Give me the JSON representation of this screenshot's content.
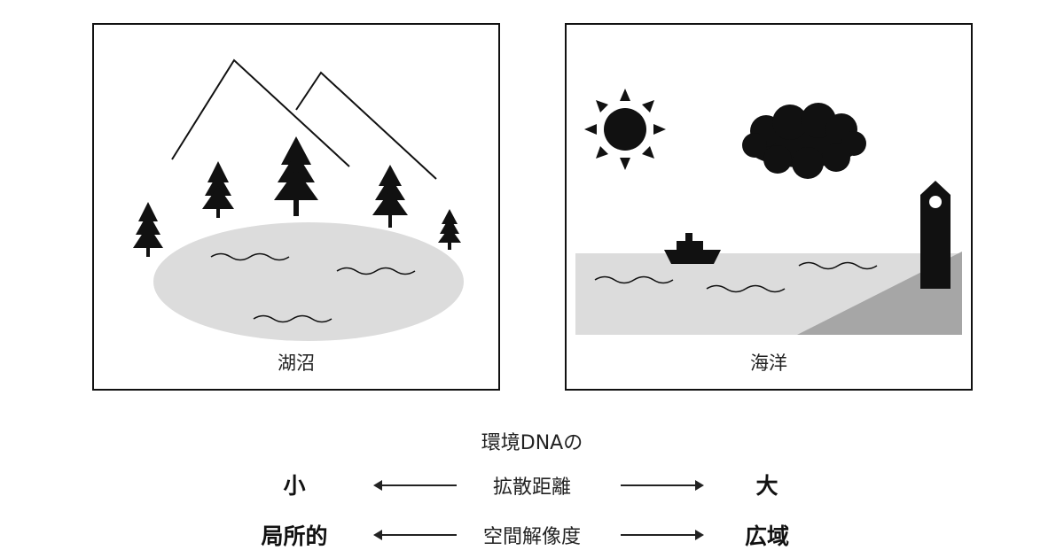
{
  "panels": {
    "lake": {
      "label": "湖沼"
    },
    "ocean": {
      "label": "海洋"
    }
  },
  "scale": {
    "header": "環境DNAの",
    "row1": {
      "left": "小",
      "center": "拡散距離",
      "right": "大"
    },
    "row2": {
      "left": "局所的",
      "center": "空間解像度",
      "right": "広域"
    }
  },
  "colors": {
    "water": "#dcdcdc",
    "shore": "#a6a6a6",
    "ink": "#111111"
  },
  "icons": {
    "lake_panel": [
      "mountain-icon",
      "tree-icon",
      "lake-icon",
      "wave-icon"
    ],
    "ocean_panel": [
      "sun-icon",
      "cloud-icon",
      "ship-icon",
      "lighthouse-icon",
      "wave-icon"
    ]
  }
}
